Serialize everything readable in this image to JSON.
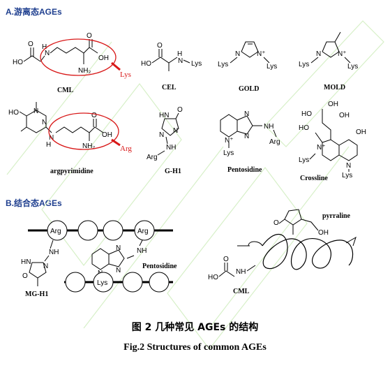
{
  "section_a": "A.游离态AGEs",
  "section_b": "B.结合态AGEs",
  "caption_cn": "图 2    几种常见 AGEs 的结构",
  "caption_en": "Fig.2    Structures of common AGEs",
  "compounds": {
    "cml": "CML",
    "cel": "CEL",
    "gold": "GOLD",
    "mold": "MOLD",
    "argpyrimidine": "argpyrimidine",
    "g_h1": "G-H1",
    "pentosidine": "Pentosidine",
    "crossline": "Crossline"
  },
  "bound": {
    "mg_h1": "MG-H1",
    "pentosidine": "Pentosidine",
    "cml": "CML",
    "pyrraline": "pyrraline"
  },
  "atoms": {
    "ho": "HO",
    "oh": "OH",
    "o": "O",
    "n": "N",
    "nh": "NH",
    "nh2": "NH₂",
    "lys": "Lys",
    "arg": "Arg",
    "n_plus": "N⁺",
    "h": "H",
    "hn": "HN"
  },
  "colors": {
    "heading": "#1f3f8f",
    "highlight": "#d81818",
    "watermark": "#d7f0c8"
  }
}
